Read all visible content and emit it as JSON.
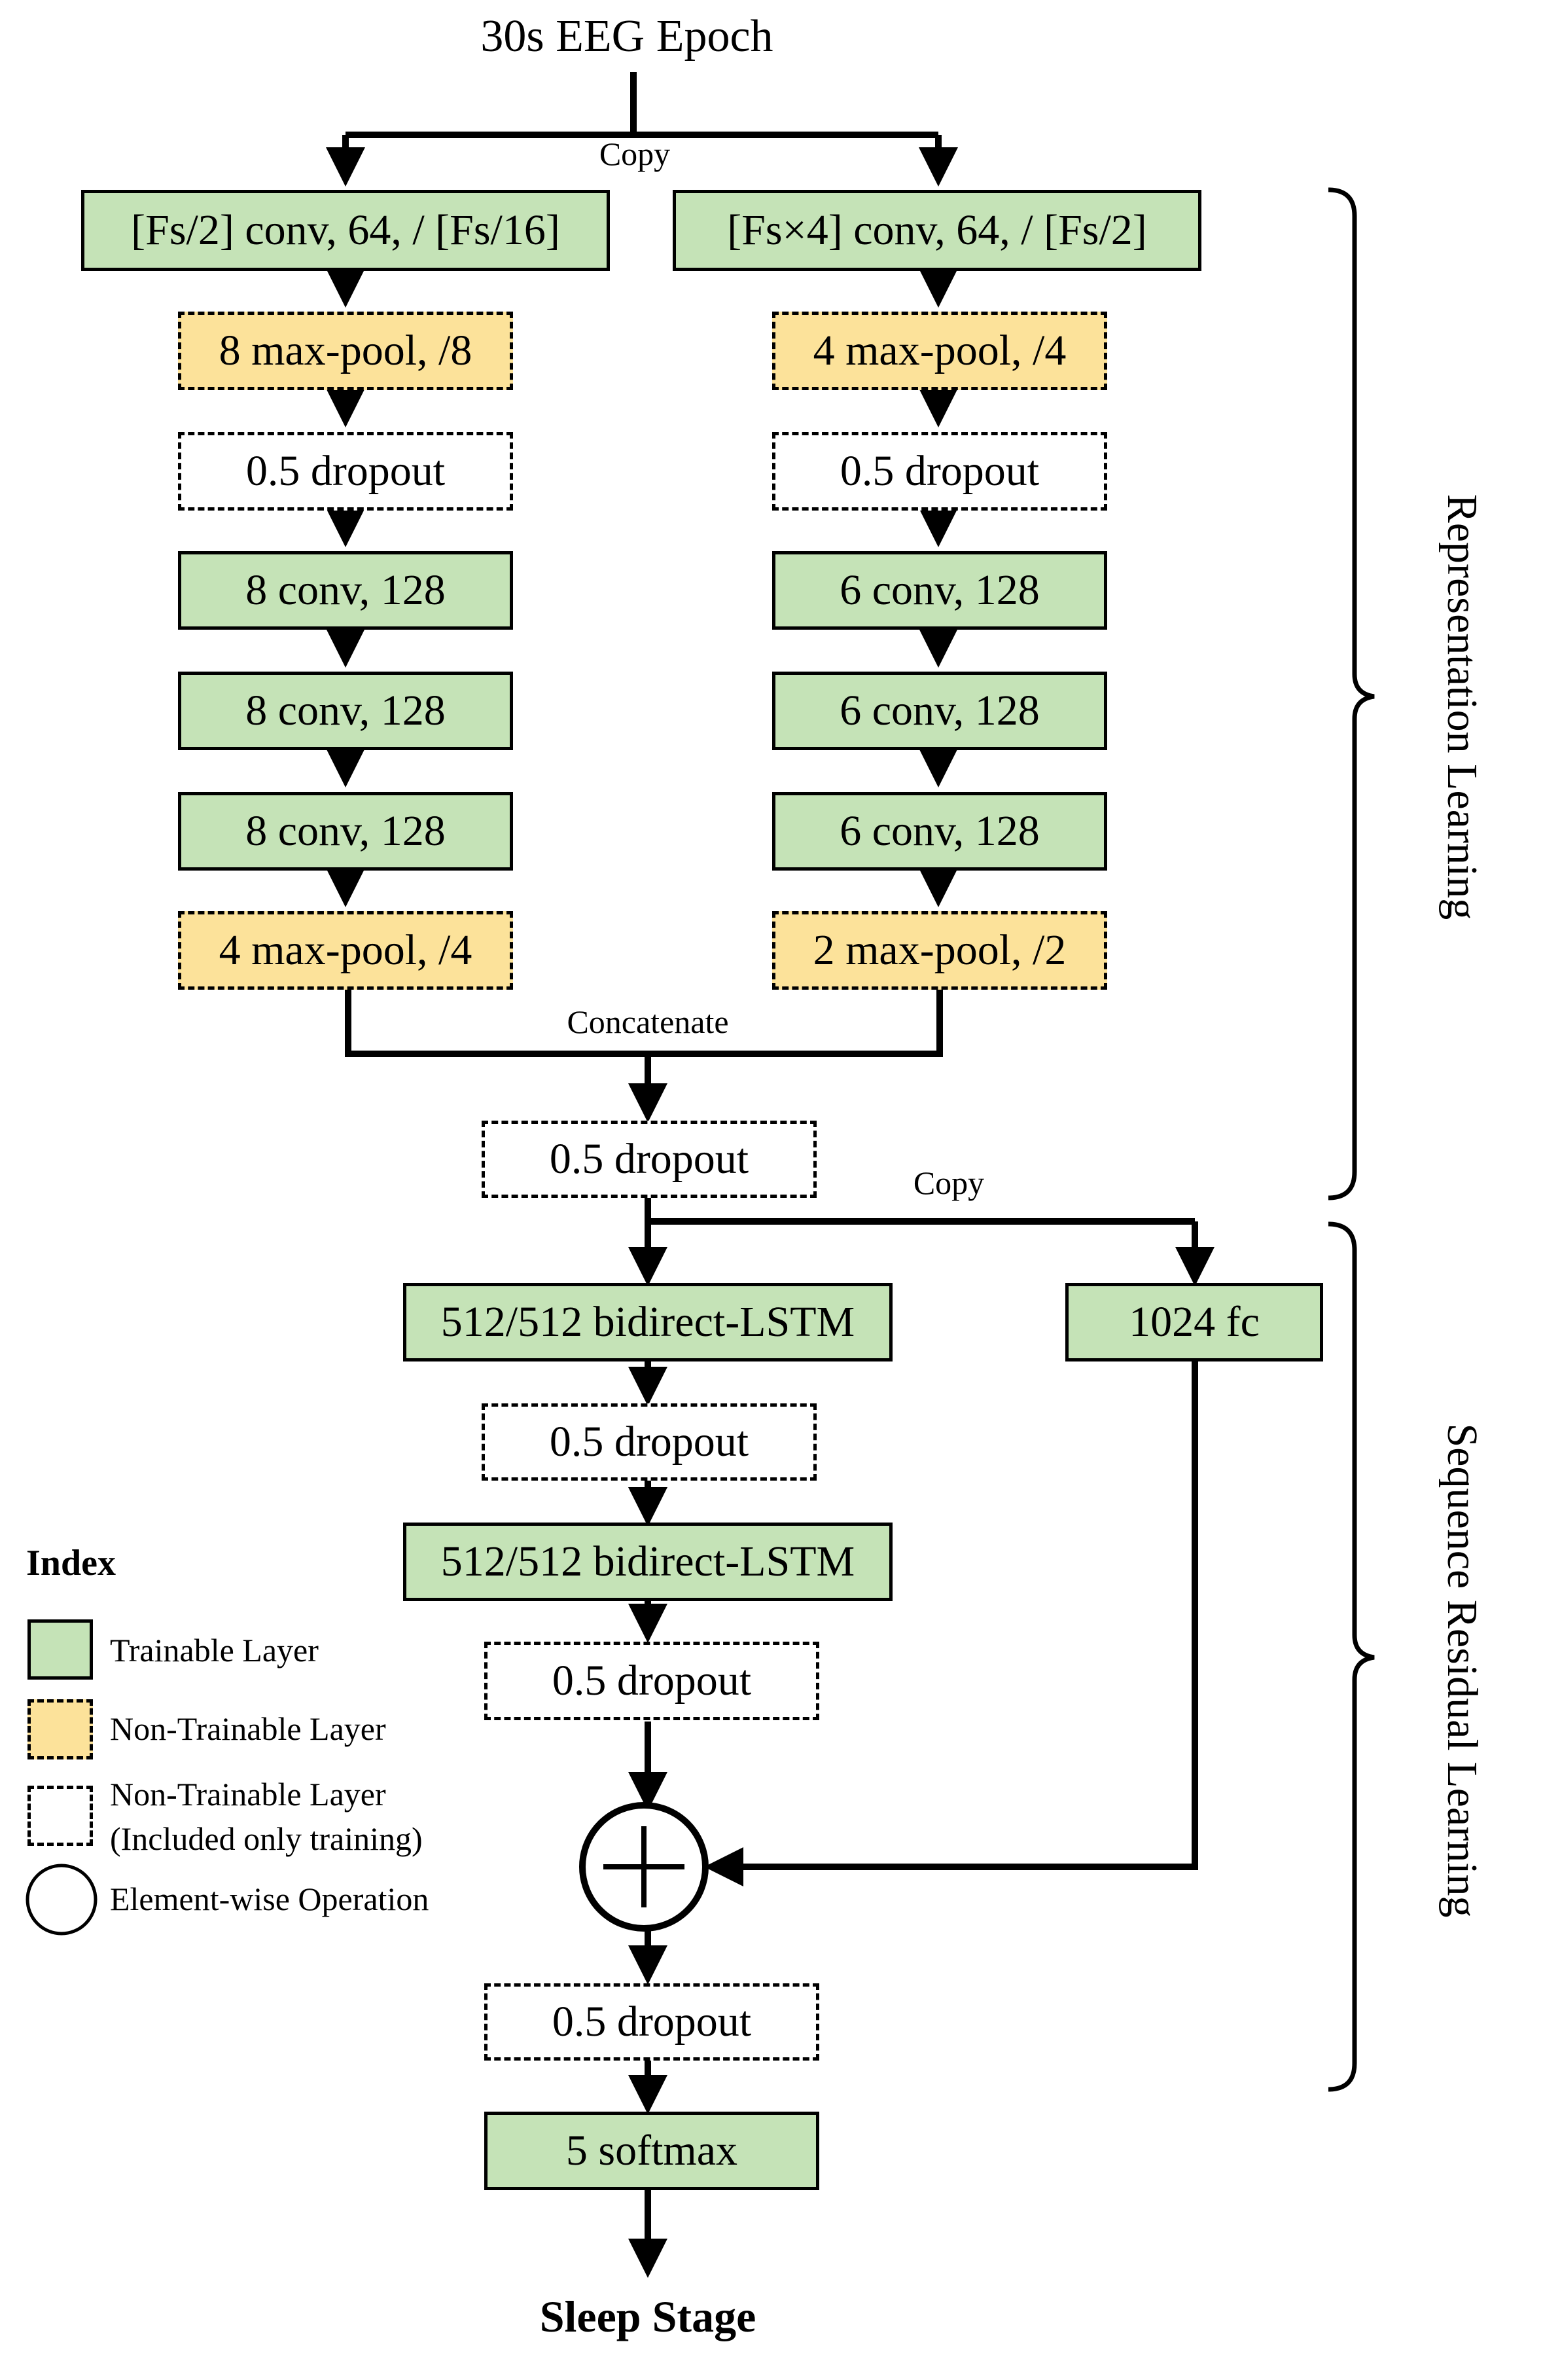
{
  "input_label": "30s EEG Epoch",
  "output_label": "Sleep Stage",
  "edge_labels": {
    "copy_top": "Copy",
    "concatenate": "Concatenate",
    "copy_mid": "Copy"
  },
  "left_branch": {
    "conv1": "[Fs/2] conv, 64, / [Fs/16]",
    "pool1": "8 max-pool, /8",
    "dropout": "0.5 dropout",
    "conv2": "8 conv, 128",
    "conv3": "8 conv, 128",
    "conv4": "8 conv, 128",
    "pool2": "4 max-pool, /4"
  },
  "right_branch": {
    "conv1": "[Fs×4] conv, 64, / [Fs/2]",
    "pool1": "4 max-pool, /4",
    "dropout": "0.5 dropout",
    "conv2": "6 conv, 128",
    "conv3": "6 conv, 128",
    "conv4": "6 conv, 128",
    "pool2": "2 max-pool, /2"
  },
  "merge_dropout": "0.5 dropout",
  "sequence": {
    "lstm1": "512/512 bidirect-LSTM",
    "dropout1": "0.5 dropout",
    "lstm2": "512/512 bidirect-LSTM",
    "dropout2": "0.5 dropout",
    "fc": "1024 fc",
    "dropout3": "0.5 dropout",
    "softmax": "5 softmax"
  },
  "sections": {
    "representation": "Representation Learning",
    "sequence_residual": "Sequence Residual Learning"
  },
  "legend": {
    "title": "Index",
    "items": [
      {
        "kind": "trainable",
        "label": "Trainable Layer"
      },
      {
        "kind": "non-trainable",
        "label": "Non-Trainable Layer"
      },
      {
        "kind": "training-only",
        "label": "Non-Trainable Layer",
        "label2": "(Included only training)"
      },
      {
        "kind": "operation",
        "label": "Element-wise Operation"
      }
    ]
  },
  "colors": {
    "trainable": "#c5e3b7",
    "non_trainable": "#fce29a",
    "line": "#000000"
  }
}
